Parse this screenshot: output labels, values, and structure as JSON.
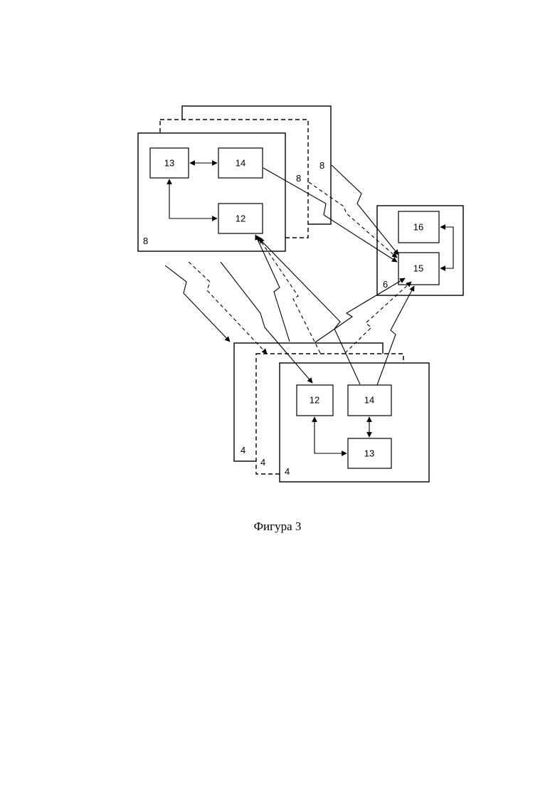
{
  "caption": "Фигура 3",
  "top_group": {
    "outer_labels": [
      "8",
      "8",
      "8"
    ],
    "blocks": {
      "a": "13",
      "b": "14",
      "c": "12"
    }
  },
  "right_group": {
    "outer_label": "6",
    "blocks": {
      "a": "16",
      "b": "15"
    }
  },
  "bottom_group": {
    "outer_labels": [
      "4",
      "4",
      "4"
    ],
    "blocks": {
      "a": "12",
      "b": "14",
      "c": "13"
    }
  }
}
